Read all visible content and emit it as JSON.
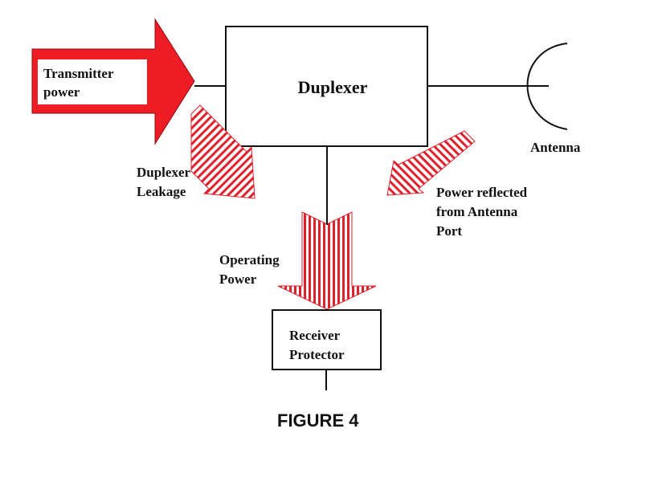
{
  "figure": {
    "caption": "FIGURE 4",
    "colors": {
      "arrow_red": "#ee1c24",
      "hatch_red": "#e0202a",
      "line": "#111111"
    }
  },
  "blocks": {
    "transmitter": {
      "line1": "Transmitter",
      "line2": "power"
    },
    "duplexer": {
      "label": "Duplexer"
    },
    "antenna": {
      "label": "Antenna"
    },
    "receiver_protector": {
      "line1": "Receiver",
      "line2": "Protector"
    }
  },
  "arrows": {
    "duplexer_leakage": {
      "line1": "Duplexer",
      "line2": "Leakage"
    },
    "reflected": {
      "line1": "Power reflected",
      "line2": "from Antenna",
      "line3": "Port"
    },
    "operating": {
      "line1": "Operating",
      "line2": "Power"
    }
  }
}
